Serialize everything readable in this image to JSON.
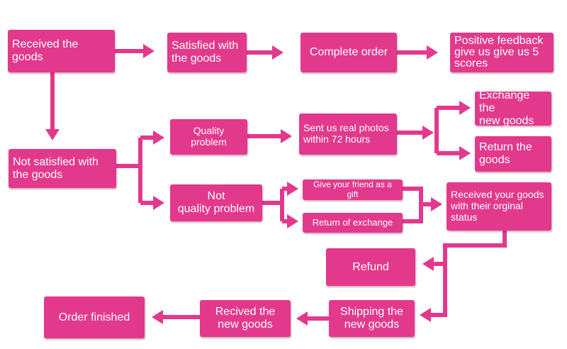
{
  "colors": {
    "node_fill": "#e2398c",
    "connector": "#e2398c",
    "text": "#ffffff",
    "background": "#ffffff"
  },
  "nodes": {
    "received_goods": "Received the goods",
    "satisfied": "Satisfied with\nthe goods",
    "complete_order": "Complete order",
    "positive_feedback": "Positive feedback\ngive us give us 5\nscores",
    "not_satisfied": "Not satisfied with\nthe goods",
    "quality_problem": "Quality problem",
    "not_quality_problem": "Not\nquality problem",
    "sent_photos": "Sent us real photos\nwithin 72 hours",
    "exchange_new": "Exchange the\nnew goods",
    "return_goods": "Return the\ngoods",
    "gift": "Give your friend as a gift",
    "return_exchange": "Return of exchange",
    "received_original": "Received your goods\nwith their orginal\nstatus",
    "refund": "Refund",
    "shipping_new": "Shipping the\nnew goods",
    "recived_new": "Recived the\nnew goods",
    "order_finished": "Order finished"
  }
}
